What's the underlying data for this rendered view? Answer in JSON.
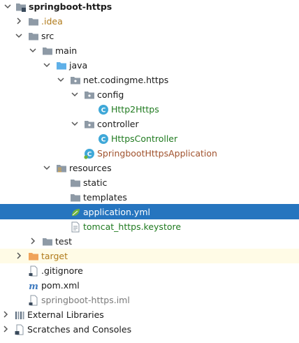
{
  "project_tree": {
    "rows": [
      {
        "label": "springboot-https"
      },
      {
        "label": ".idea"
      },
      {
        "label": "src"
      },
      {
        "label": "main"
      },
      {
        "label": "java"
      },
      {
        "label": "net.codingme.https"
      },
      {
        "label": "config"
      },
      {
        "label": "Http2Https"
      },
      {
        "label": "controller"
      },
      {
        "label": "HttpsController"
      },
      {
        "label": "SpringbootHttpsApplication"
      },
      {
        "label": "resources"
      },
      {
        "label": "static"
      },
      {
        "label": "templates"
      },
      {
        "label": "application.yml"
      },
      {
        "label": "tomcat_https.keystore"
      },
      {
        "label": "test"
      },
      {
        "label": "target"
      },
      {
        "label": ".gitignore"
      },
      {
        "label": "pom.xml"
      },
      {
        "label": "springboot-https.iml"
      },
      {
        "label": "External Libraries"
      },
      {
        "label": "Scratches and Consoles"
      }
    ]
  },
  "colors": {
    "selection": "#2675bf",
    "folder": "#8e9aa6",
    "source_folder": "#5fb0e8",
    "excluded_folder": "#f0a35a",
    "class_icon": "#3fa8d8",
    "green_text": "#1f7a1f",
    "orange_text": "#b07a1a"
  },
  "icons": {
    "expand_arrow": "chevron-down-icon",
    "collapsed_arrow": "chevron-right-icon"
  }
}
